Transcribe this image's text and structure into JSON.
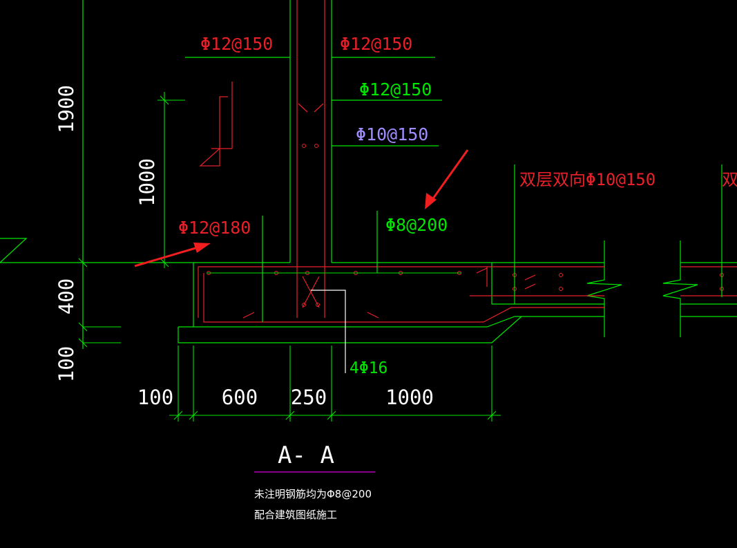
{
  "colors": {
    "background": "#000000",
    "green": "#00e600",
    "red": "#e8202a",
    "white": "#ffffff",
    "violet": "#a08cff",
    "magenta": "#b400b4",
    "leader": "#ffffff",
    "arrow": "#f01e1e"
  },
  "labels": {
    "rebar_top_left": "Φ12@150",
    "rebar_top_right": "Φ12@150",
    "rebar_green_1": "Φ12@150",
    "rebar_violet": "Φ10@150",
    "rebar_left_slab": "Φ12@180",
    "rebar_right_slab": "Φ8@200",
    "rebar_double": "双层双向Φ10@150",
    "rebar_double_cut": "双层",
    "rebar_bottom": "4Φ16"
  },
  "dimensions": {
    "vertical": [
      "1900",
      "1000",
      "400",
      "100"
    ],
    "horizontal": [
      "100",
      "600",
      "250",
      "1000"
    ]
  },
  "section": {
    "title": "A- A",
    "note_1": "未注明钢筋均为Φ8@200",
    "note_2": "配合建筑图纸施工"
  }
}
